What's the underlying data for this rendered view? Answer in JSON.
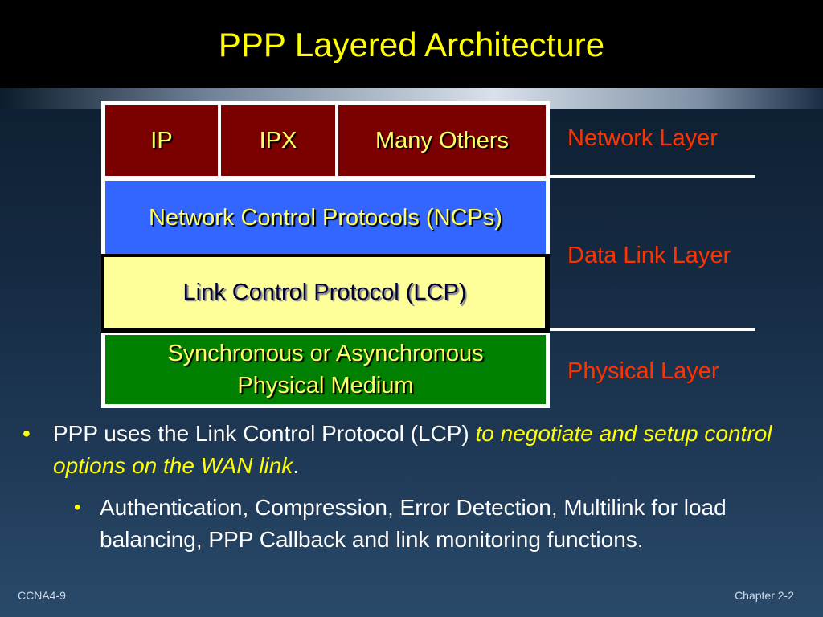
{
  "slide": {
    "title": "PPP Layered Architecture"
  },
  "diagram": {
    "network_protocols": [
      "IP",
      "IPX",
      "Many Others"
    ],
    "ncp_label": "Network Control Protocols (NCPs)",
    "lcp_label": "Link Control Protocol (LCP)",
    "physical_line1": "Synchronous or Asynchronous",
    "physical_line2": "Physical Medium",
    "layers": {
      "network": "Network Layer",
      "datalink": "Data Link Layer",
      "physical": "Physical Layer"
    }
  },
  "bullets": {
    "main_prefix": "PPP uses the Link Control Protocol (LCP) ",
    "main_emphasis": "to negotiate and setup control options on the WAN link",
    "main_suffix": ".",
    "sub": "Authentication, Compression, Error Detection, Multilink for load balancing, PPP Callback and link monitoring functions."
  },
  "footer": {
    "left": "CCNA4-9",
    "right": "Chapter 2-2"
  },
  "colors": {
    "title": "#ffff00",
    "network_cells": "#7b0000",
    "ncp": "#3366ff",
    "lcp": "#ffff99",
    "physical": "#008000",
    "layer_labels": "#ff3300"
  },
  "icons": {
    "main_bullet": "bullet-dot-icon",
    "sub_bullet": "bullet-dot-icon"
  }
}
